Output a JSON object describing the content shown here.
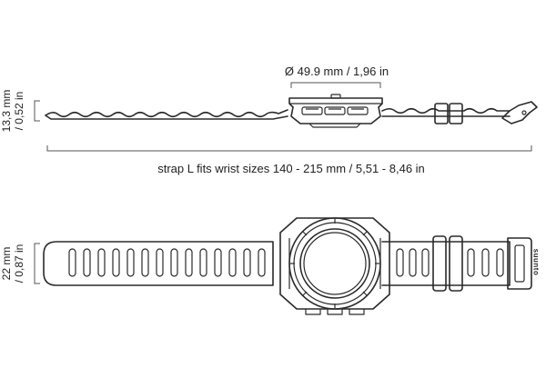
{
  "dimensions": {
    "diameter": "Ø 49.9 mm / 1,96 in",
    "thickness_mm": "13,3 mm",
    "thickness_in": "/ 0,52 in",
    "strap_fit": "strap L fits wrist sizes 140 - 215 mm / 5,51 - 8,46 in",
    "strap_width_mm": "22 mm",
    "strap_width_in": "/ 0,87 in"
  },
  "branding": {
    "logo_text": "suunto"
  }
}
